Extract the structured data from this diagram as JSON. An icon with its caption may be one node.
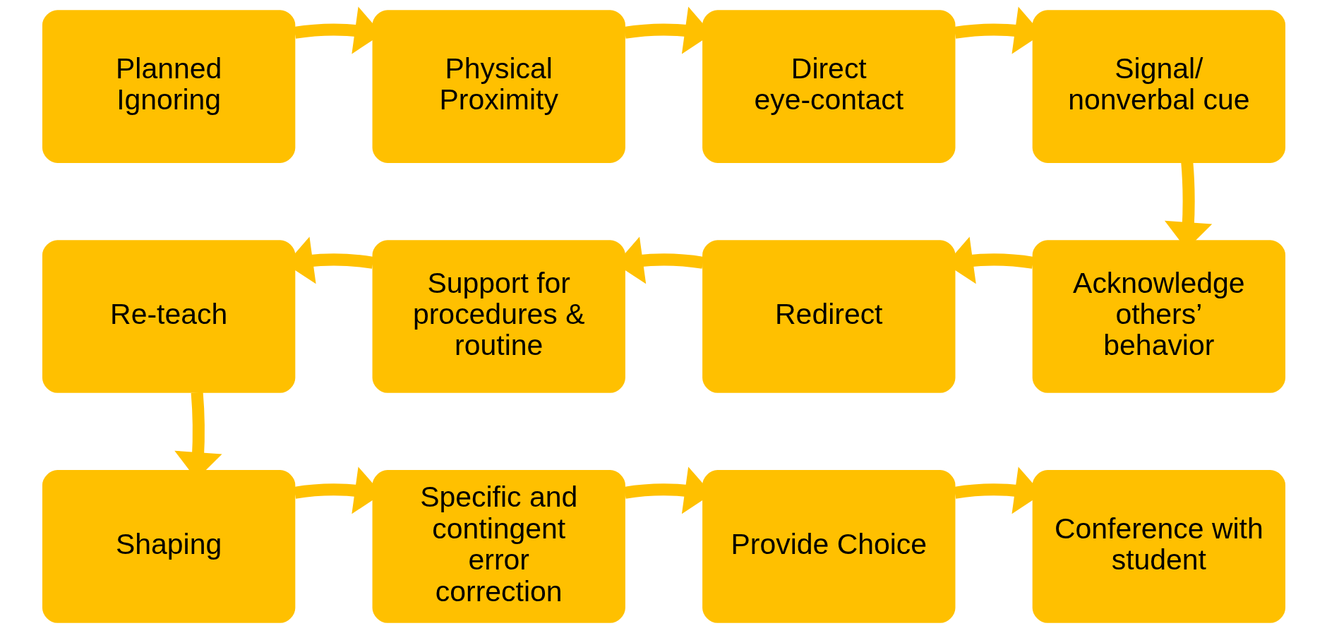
{
  "diagram": {
    "nodes": [
      {
        "text": [
          "Planned Ignoring"
        ]
      },
      {
        "text": [
          "Physical Proximity"
        ]
      },
      {
        "text": [
          "Direct eye-contact"
        ]
      },
      {
        "text": [
          "Signal/ nonverbal cue"
        ]
      },
      {
        "text": [
          "Re-teach"
        ]
      },
      {
        "text": [
          "Support for procedures & routine"
        ]
      },
      {
        "text": [
          "Redirect"
        ]
      },
      {
        "text": [
          "Acknowledge others’ behavior"
        ]
      },
      {
        "text": [
          "Shaping"
        ]
      },
      {
        "text": [
          "Specific and contingent error correction"
        ]
      },
      {
        "text": [
          "Provide Choice"
        ]
      },
      {
        "text": [
          "Conference with student"
        ]
      }
    ],
    "edges": [
      {
        "from": 0,
        "to": 1,
        "arrow": "to"
      },
      {
        "from": 1,
        "to": 2,
        "arrow": "to"
      },
      {
        "from": 2,
        "to": 3,
        "arrow": "to"
      },
      {
        "from": 3,
        "to": 7,
        "arrow": "to"
      },
      {
        "from": 7,
        "to": 6,
        "arrow": "to"
      },
      {
        "from": 6,
        "to": 5,
        "arrow": "to"
      },
      {
        "from": 5,
        "to": 4,
        "arrow": "to"
      },
      {
        "from": 4,
        "to": 8,
        "arrow": "to"
      },
      {
        "from": 8,
        "to": 9,
        "arrow": "to"
      },
      {
        "from": 9,
        "to": 10,
        "arrow": "to"
      },
      {
        "from": 10,
        "to": 11,
        "arrow": "to"
      }
    ]
  }
}
